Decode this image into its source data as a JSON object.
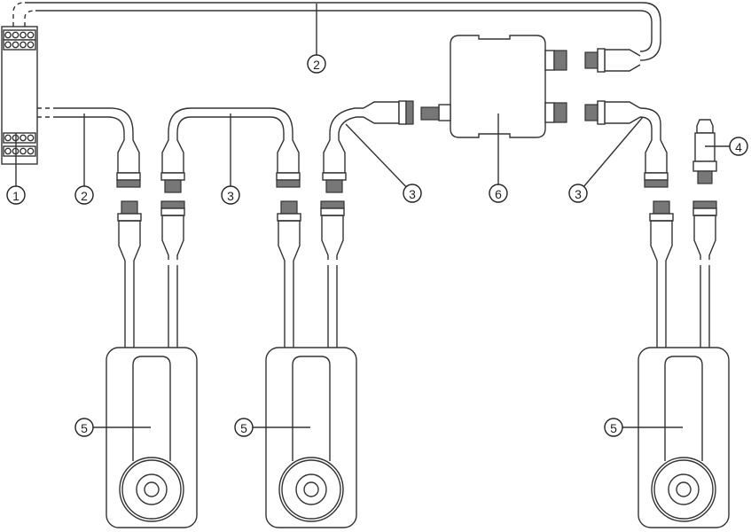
{
  "diagram": {
    "callouts": [
      {
        "id": "power-supply",
        "label": "1"
      },
      {
        "id": "cable-top",
        "label": "2"
      },
      {
        "id": "cable-left",
        "label": "2"
      },
      {
        "id": "cable-link-1",
        "label": "3"
      },
      {
        "id": "cable-link-2",
        "label": "3"
      },
      {
        "id": "hub",
        "label": "6"
      },
      {
        "id": "cable-link-3",
        "label": "3"
      },
      {
        "id": "terminator",
        "label": "4"
      },
      {
        "id": "sensor-1",
        "label": "5"
      },
      {
        "id": "sensor-2",
        "label": "5"
      },
      {
        "id": "sensor-3",
        "label": "5"
      }
    ]
  }
}
